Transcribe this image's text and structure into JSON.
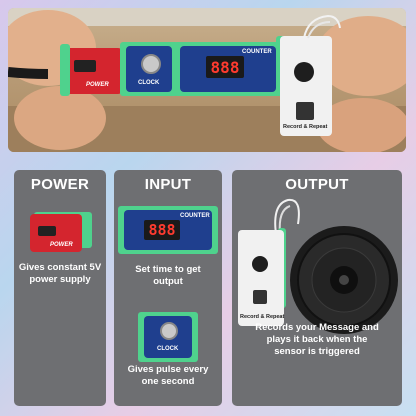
{
  "photo": {
    "modules": {
      "power_label": "POWER",
      "clock_label": "CLOCK",
      "counter_label": "COUNTER",
      "counter_digits": "888",
      "record_label": "Record & Repeat"
    }
  },
  "panels": {
    "power": {
      "title": "POWER",
      "module_label": "POWER",
      "caption": "Gives constant 5V power supply"
    },
    "input": {
      "title": "INPUT",
      "counter_label": "COUNTER",
      "counter_digits": "888",
      "counter_caption": "Set time to get output",
      "clock_label": "CLOCK",
      "clock_caption": "Gives pulse every one second"
    },
    "output": {
      "title": "OUTPUT",
      "module_label": "Record & Repeat",
      "caption": "Records your Message and plays it back when the sensor is triggered"
    }
  },
  "colors": {
    "panel_bg": "#6e6f72",
    "pcb_red": "#d4252e",
    "pcb_blue": "#1f3f8e",
    "connector_green": "#4fd28d",
    "segment_red": "#ff3b2f"
  }
}
